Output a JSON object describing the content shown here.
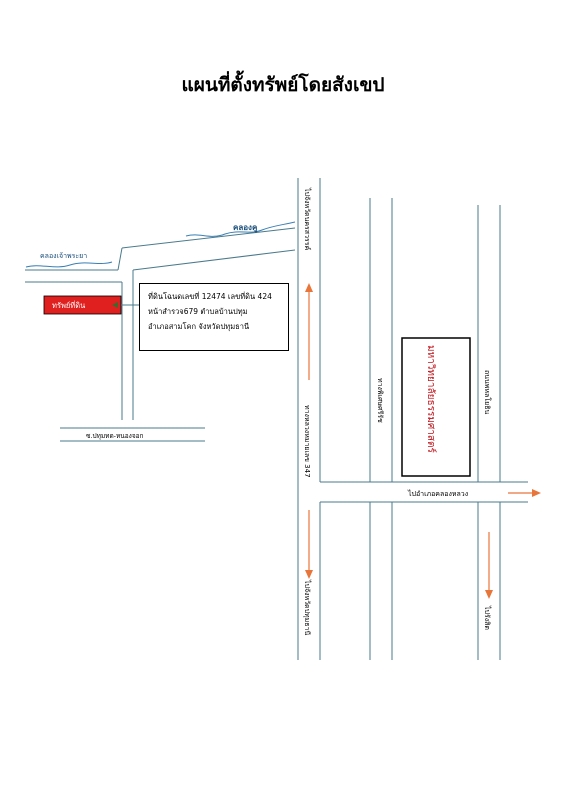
{
  "title": "แผนที่ตั้งทรัพย์โดยสังเขป",
  "info_box": {
    "line1": "ที่ดินโฉนดเลขที่ 12474 เลขที่ดิน 424",
    "line2": "หน้าสำรวจ679 ตำบลบ้านปทุม",
    "line3": "อำเภอสามโคก จังหวัดปทุมธานี"
  },
  "labels": {
    "property": "ทรัพย์ที่ดิน",
    "canal": "คลองคู",
    "river": "คลองเจ้าพระยา",
    "soi": "ซ.ปทุมทด-หนองจอก",
    "to_nakhon_sawan": "ไปจังหวัดนครสวรรค์",
    "road_347": "ทางหลวงหมายเลข 347",
    "to_pathum_thani": "ไปจังหวัดปทุมธานี",
    "road_talingchan": "ทางพิเศษศรีรัช",
    "university": "มหาวิทยาลัยธรรมศาสตร์",
    "road_rangsit": "ถนนพหลโยธิน",
    "to_khlong_luang": "ไปอำเภอคลองหลวง",
    "to_rangsit": "ไปรังสิต"
  },
  "colors": {
    "property_fill": "#e01f1f",
    "arrow": "#e8763a",
    "water": "#3a7fb5",
    "university_text": "#c0141b",
    "road_line": "#4a7a8c"
  }
}
